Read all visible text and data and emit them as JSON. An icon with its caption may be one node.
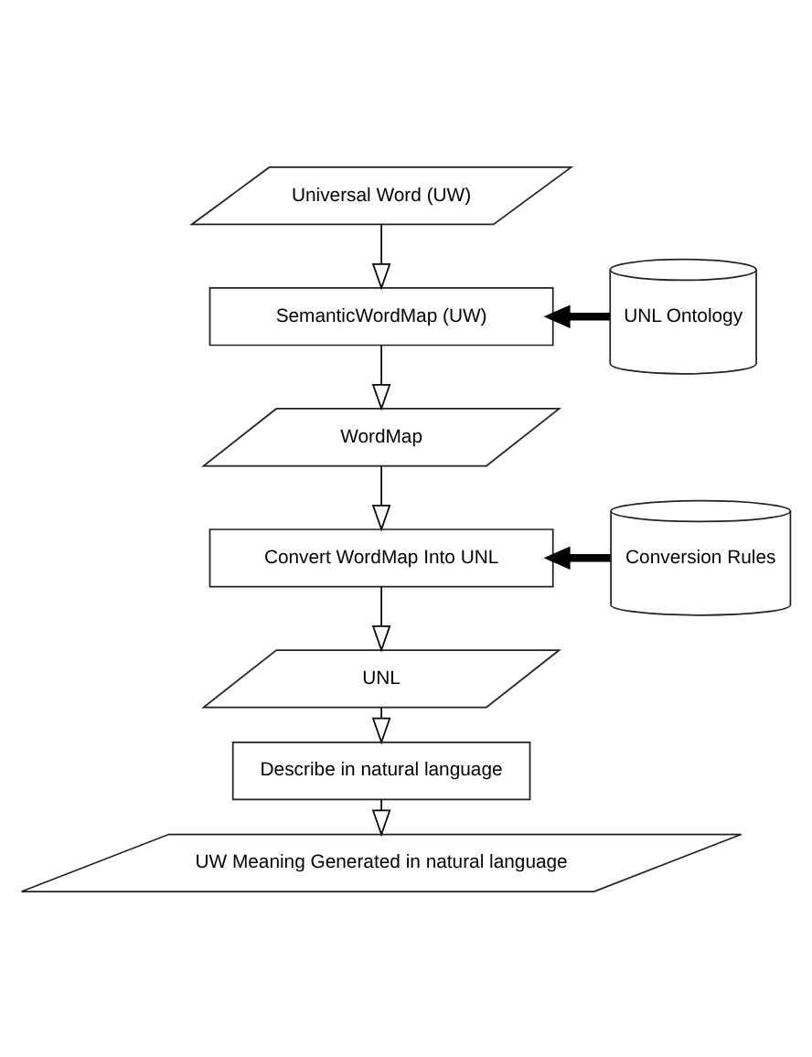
{
  "diagram": {
    "nodes": [
      {
        "text": [
          "Universal Word (UW)"
        ]
      },
      {
        "text": [
          "SemanticWordMap (UW)"
        ]
      },
      {
        "text": [
          "UNL Ontology"
        ]
      },
      {
        "text": [
          "WordMap"
        ]
      },
      {
        "text": [
          "Convert WordMap Into UNL"
        ]
      },
      {
        "text": [
          "Conversion Rules"
        ]
      },
      {
        "text": [
          "UNL"
        ]
      },
      {
        "text": [
          "Describe in natural language"
        ]
      },
      {
        "text": [
          "UW Meaning Generated in natural language"
        ]
      }
    ],
    "edges": [
      {
        "from": 0,
        "to": 1,
        "arrow": "to"
      },
      {
        "from": 2,
        "to": 1,
        "arrow": "to",
        "style": "thick"
      },
      {
        "from": 1,
        "to": 3,
        "arrow": "to"
      },
      {
        "from": 3,
        "to": 4,
        "arrow": "to"
      },
      {
        "from": 5,
        "to": 4,
        "arrow": "to",
        "style": "thick"
      },
      {
        "from": 4,
        "to": 6,
        "arrow": "to"
      },
      {
        "from": 6,
        "to": 7,
        "arrow": "to"
      },
      {
        "from": 7,
        "to": 8,
        "arrow": "to"
      }
    ]
  }
}
